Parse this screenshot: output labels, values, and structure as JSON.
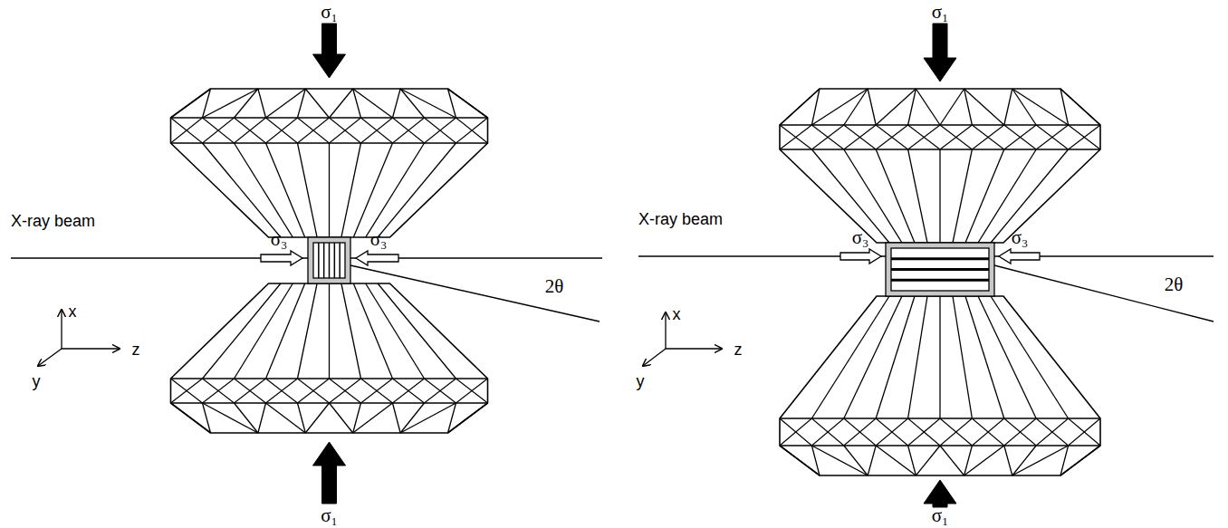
{
  "diagram": {
    "labels": [
      "σ₁",
      "X-ray beam",
      "σ₃",
      "σ₃",
      "2θ",
      "x",
      "y",
      "z",
      "σ₁",
      "σ₁",
      "X-ray beam",
      "σ₃",
      "σ₃",
      "2θ",
      "x",
      "y",
      "z",
      "σ₁"
    ]
  }
}
